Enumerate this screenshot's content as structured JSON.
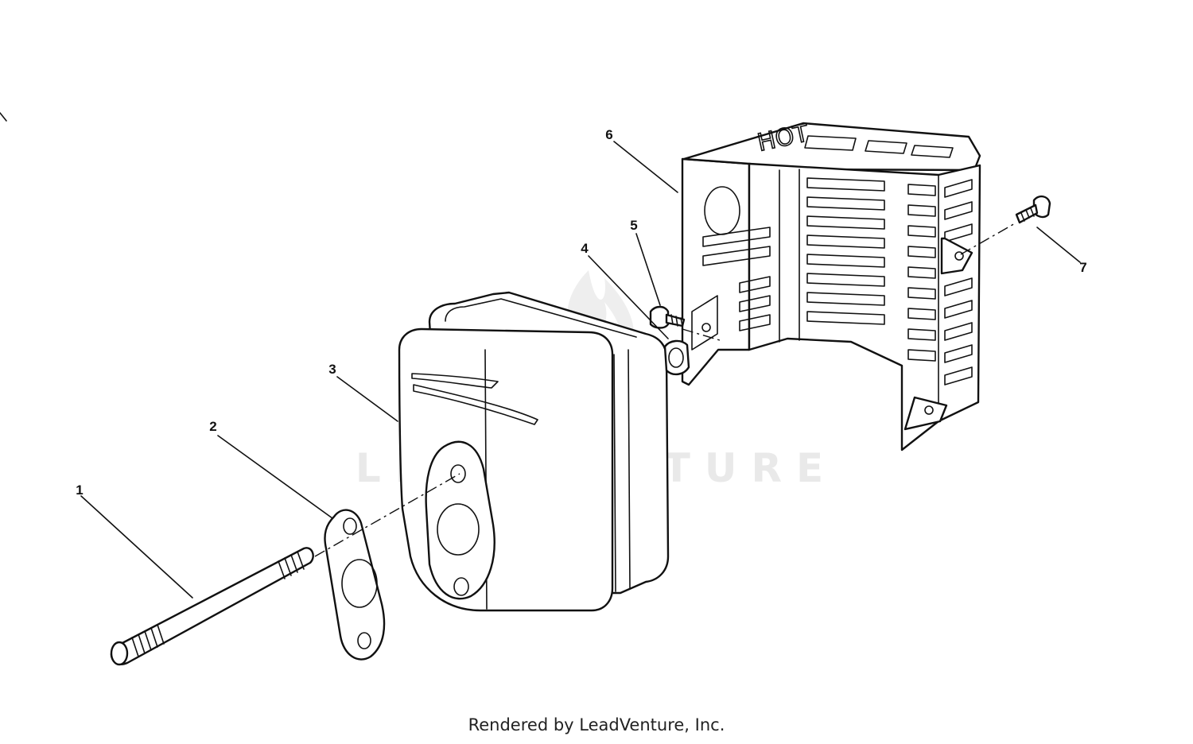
{
  "callouts": [
    "1",
    "2",
    "3",
    "4",
    "5",
    "6",
    "7"
  ],
  "watermark": "LEADVENTURE",
  "shield_marking": "HOT",
  "footer": "Rendered by LeadVenture, Inc."
}
